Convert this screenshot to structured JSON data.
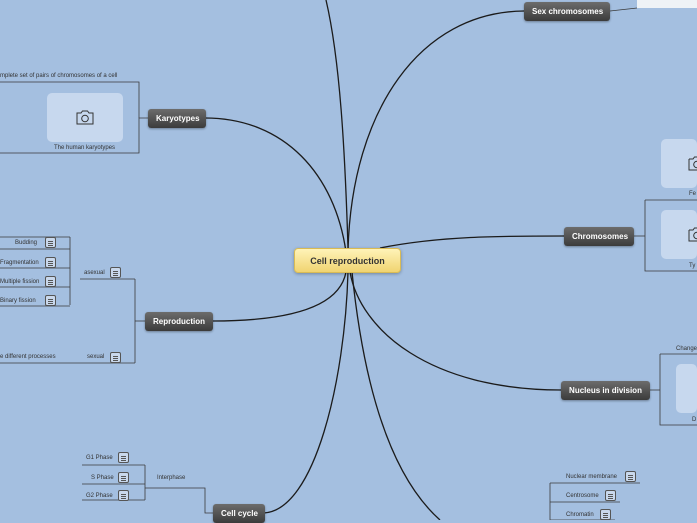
{
  "central_topic": "Cell reproduction",
  "branches": {
    "sex_chromosomes": "Sex chromosomes",
    "karyotypes": "Karyotypes",
    "chromosomes": "Chromosomes",
    "reproduction": "Reproduction",
    "nucleus_division": "Nucleus in division",
    "cell_cycle": "Cell cycle"
  },
  "karyotypes": {
    "description": "mplete set of pairs of chromosomes of a cell",
    "image_caption": "The human karyotypes"
  },
  "reproduction": {
    "asexual_label": "asexual",
    "sexual_label": "sexual",
    "sexual_text": "e different processes",
    "asexual_items": [
      "Budding",
      "Fragmentation",
      "Multiple fission",
      "Binary fission"
    ]
  },
  "chromosomes": {
    "caption_top": "Fe",
    "caption_bottom": "Ty"
  },
  "nucleus_division": {
    "text_top": "Change",
    "text_bottom": "D"
  },
  "cell_cycle": {
    "interphase_label": "Interphase",
    "phases": [
      "G1 Phase",
      "S Phase",
      "G2 Phase"
    ]
  },
  "lower_right_items": [
    "Nuclear membrane",
    "Centrosome",
    "Chromatin"
  ],
  "colors": {
    "background": "#a4bfe0",
    "central_fill": "#f0d471",
    "topic_fill": "#4a4a4a",
    "line": "#1a1a1a"
  }
}
